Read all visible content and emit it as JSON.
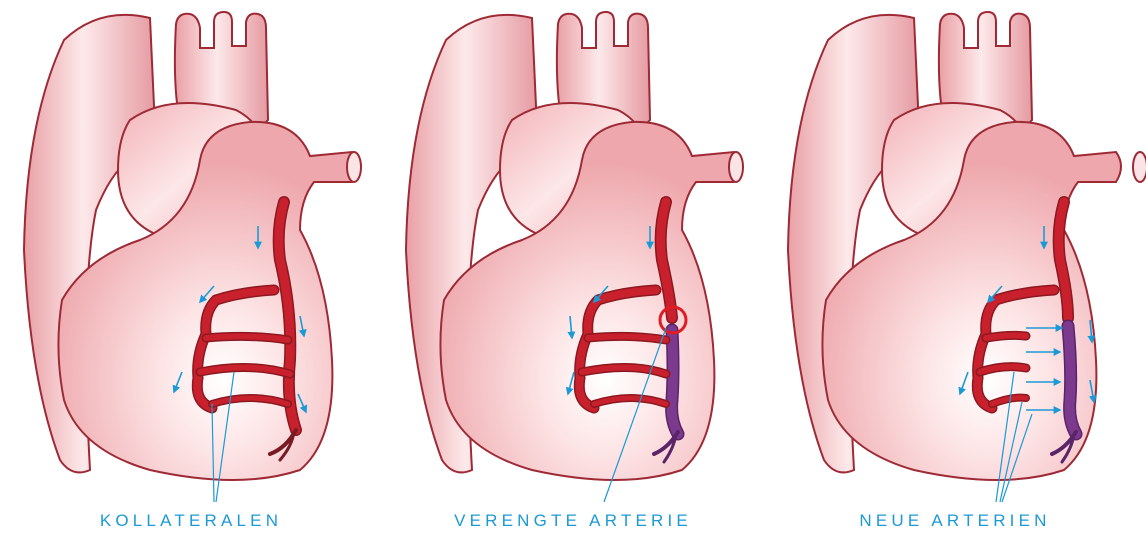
{
  "colors": {
    "heart_fill": "#f5c1c4",
    "heart_outline": "#9e2a35",
    "heart_highlight": "#ffffff",
    "artery": "#c8202c",
    "artery_dark": "#8c1820",
    "narrowed_section": "#7b3a8e",
    "arrow": "#1c9ad6",
    "stenosis_ring": "#e01b22",
    "label": "#1c9ad6"
  },
  "panels": [
    {
      "caption": "KOLLATERALEN",
      "variant": "collaterals",
      "icons": [
        "heart-illustration",
        "coronary-artery",
        "flow-arrow"
      ]
    },
    {
      "caption": "VERENGTE ARTERIE",
      "variant": "narrowed-artery",
      "icons": [
        "heart-illustration",
        "coronary-artery",
        "stenosis-circle",
        "flow-arrow"
      ]
    },
    {
      "caption": "NEUE ARTERIEN",
      "variant": "new-arteries",
      "icons": [
        "heart-illustration",
        "coronary-artery",
        "flow-arrow"
      ]
    }
  ]
}
